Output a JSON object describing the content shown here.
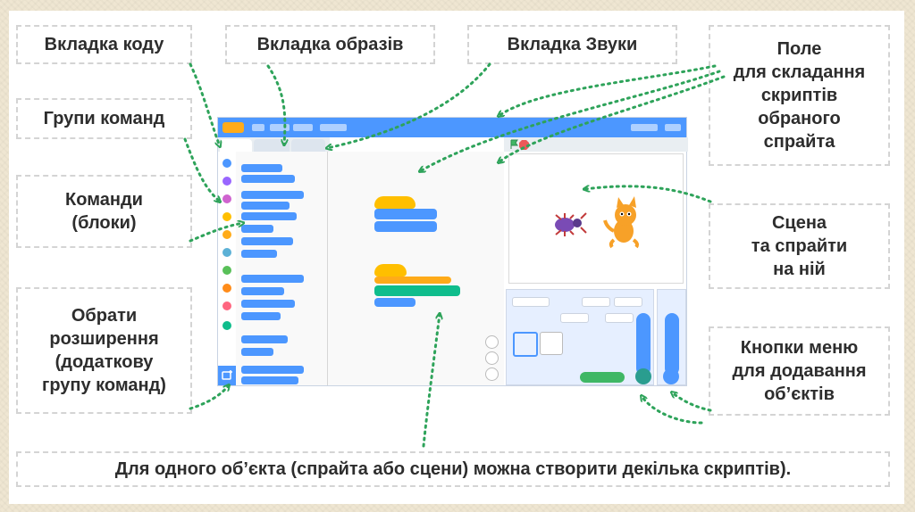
{
  "labels": {
    "code_tab": "Вкладка коду",
    "costumes_tab": "Вкладка образів",
    "sounds_tab": "Вкладка Звуки",
    "script_area": [
      "Поле",
      "для складання",
      "скриптів",
      "обраного",
      "спрайта"
    ],
    "command_groups": "Групи команд",
    "commands": [
      "Команди",
      "(блоки)"
    ],
    "stage_sprites": [
      "Сцена",
      "та спрайти",
      "на ній"
    ],
    "extensions": [
      "Обрати",
      "розширення",
      "(додаткову",
      "групу команд)"
    ],
    "menu_buttons": [
      "Кнопки меню",
      "для додавання",
      "об’єктів"
    ],
    "bottom_note": "Для одного об’єкта (спрайта або сцени) можна створити декілька скриптів)."
  },
  "icons": {
    "logo": "scratch-logo-icon",
    "extension": "add-extension-icon",
    "bug_sprite": "bug-sprite-icon",
    "cat_sprite": "scratch-cat-sprite-icon",
    "add_sprite": "add-sprite-icon",
    "add_backdrop": "add-backdrop-icon",
    "green_flag": "green-flag-icon",
    "stop": "stop-icon"
  },
  "colors": {
    "arrow": "#2ea35a",
    "topbar": "#4c97ff",
    "motion": "#4c97ff",
    "looks": "#9966ff",
    "sound": "#cf63cf",
    "events": "#ffbf00",
    "control": "#ffab19",
    "sensing": "#5cb1d6",
    "operators": "#59c059",
    "variables": "#ff8c1a",
    "myblocks": "#ff6680",
    "music": "#0fbd8c"
  }
}
